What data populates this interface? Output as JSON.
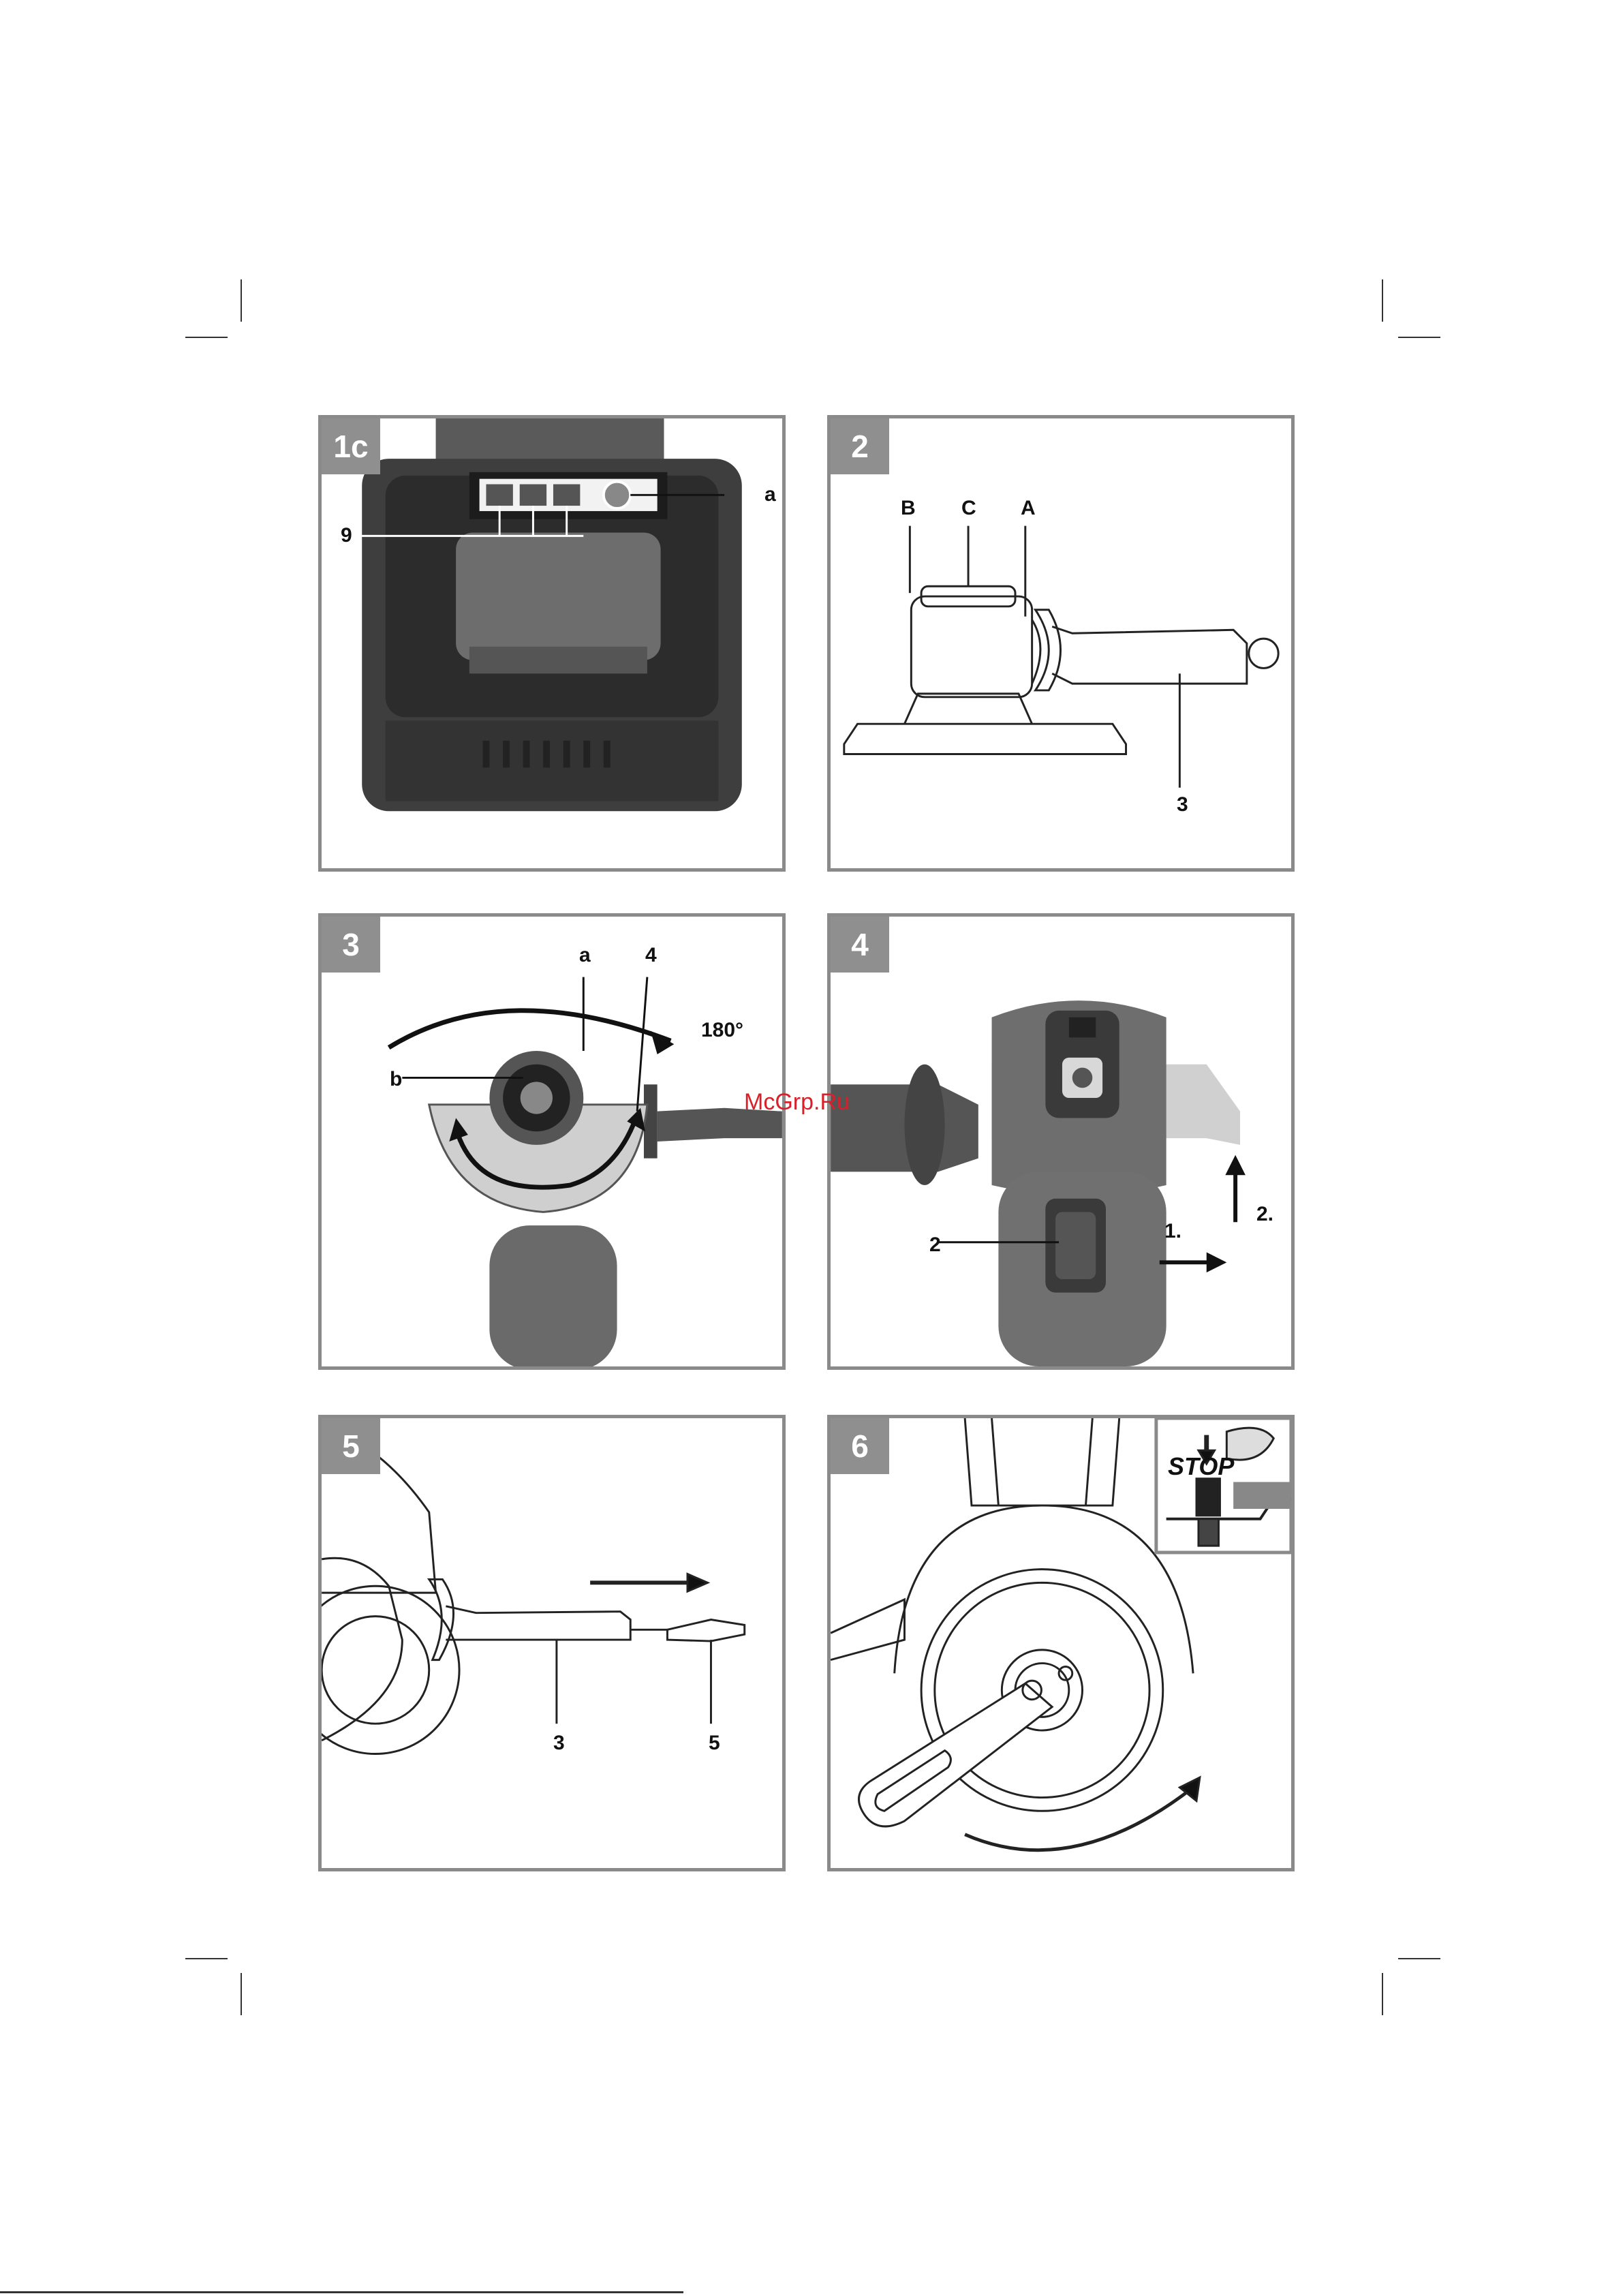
{
  "watermark": "McGrp.Ru",
  "panels": {
    "p1c": {
      "number": "1c",
      "labels": {
        "a": "a",
        "n9": "9"
      }
    },
    "p2": {
      "number": "2",
      "labels": {
        "B": "B",
        "C": "C",
        "A": "A",
        "n3": "3"
      }
    },
    "p3": {
      "number": "3",
      "labels": {
        "a": "a",
        "n4": "4",
        "b": "b",
        "deg": "180°"
      }
    },
    "p4": {
      "number": "4",
      "labels": {
        "n2": "2",
        "s1": "1.",
        "s2": "2."
      }
    },
    "p5": {
      "number": "5",
      "labels": {
        "n3": "3",
        "n5": "5"
      }
    },
    "p6": {
      "number": "6",
      "labels": {
        "stop": "STOP"
      }
    }
  },
  "colors": {
    "frame": "#8a8a8a",
    "badge": "#8f8f8f",
    "watermark": "#d9202a"
  }
}
